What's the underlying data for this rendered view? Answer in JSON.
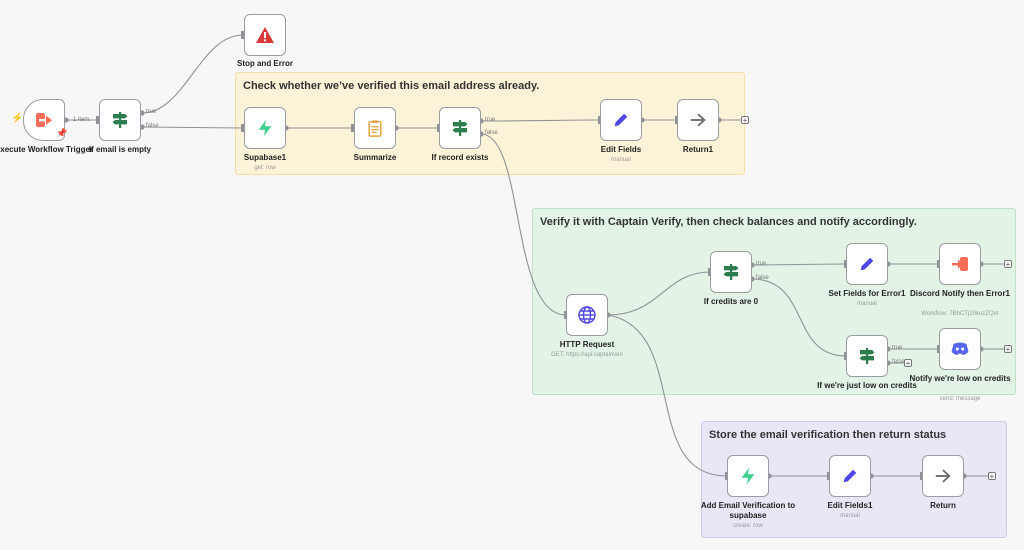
{
  "stickies": {
    "check": "Check whether we’ve verified this email address already.",
    "verify": "Verify it with Captain Verify, then check balances and notify accordingly.",
    "store": "Store the email verification then return status"
  },
  "nodes": {
    "trigger": {
      "label": "Execute Workflow Trigger",
      "icon": "sign-out-icon"
    },
    "if_email_empty": {
      "label": "If email is empty",
      "icon": "signpost-icon"
    },
    "stop_error": {
      "label": "Stop and Error",
      "icon": "warning-icon"
    },
    "supabase1": {
      "label": "Supabase1",
      "sub": "get: row",
      "icon": "supabase-icon"
    },
    "summarize": {
      "label": "Summarize",
      "icon": "clipboard-icon"
    },
    "if_record": {
      "label": "If record exists",
      "icon": "signpost-icon"
    },
    "edit_fields": {
      "label": "Edit Fields",
      "sub": "manual",
      "icon": "pencil-icon"
    },
    "return1": {
      "label": "Return1",
      "icon": "arrow-right-icon"
    },
    "http": {
      "label": "HTTP Request",
      "sub": "GET: https://api.captainveri",
      "icon": "globe-icon"
    },
    "if_credits": {
      "label": "If credits are 0",
      "icon": "signpost-icon"
    },
    "set_fields_error": {
      "label": "Set Fields for Error1",
      "sub": "manual",
      "icon": "pencil-icon"
    },
    "discord_error": {
      "label": "Discord Notify then Error1",
      "sub": "Workflow: 7BhCTj29kuzZQet",
      "icon": "sign-in-icon"
    },
    "if_low": {
      "label": "If we're just low on credits",
      "icon": "signpost-icon"
    },
    "notify_low": {
      "label": "Notify we're low on credits",
      "sub": "send: message",
      "icon": "discord-icon"
    },
    "add_email": {
      "label": "Add Email Verification to supabase",
      "sub": "create: row",
      "icon": "supabase-icon"
    },
    "edit_fields1": {
      "label": "Edit Fields1",
      "sub": "manual",
      "icon": "pencil-icon"
    },
    "return": {
      "label": "Return",
      "icon": "arrow-right-icon"
    }
  },
  "ports": {
    "true": "true",
    "false": "false",
    "items": "1 item"
  },
  "plus": "+",
  "colors": {
    "sticky_yellow": "#fdf3d8",
    "sticky_yellow_border": "#f5dfa6",
    "sticky_green": "#e3f4e6",
    "sticky_green_border": "#bfe3c7",
    "sticky_purple": "#e9e7f6",
    "sticky_purple_border": "#cfcbea",
    "if_green": "#2e7d4f",
    "pencil_blue": "#4f46e5",
    "error_red": "#d93838",
    "trigger_orange": "#ff6d5a",
    "supabase_green": "#3ecf8e",
    "summarize_orange": "#e6a23c",
    "discord_blue": "#5865f2",
    "wire_gray": "#8f9197"
  }
}
